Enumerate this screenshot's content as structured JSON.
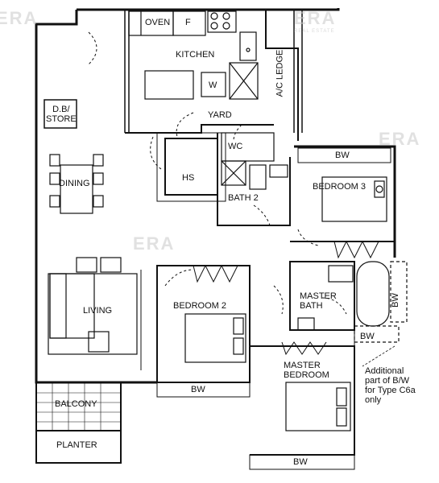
{
  "rooms": {
    "oven": "OVEN",
    "fridge": "F",
    "kitchen": "KITCHEN",
    "ac_ledge": "A/C LEDGE",
    "washer": "W",
    "yard": "YARD",
    "db_store": "D.B/\nSTORE",
    "wc": "WC",
    "dining": "DINING",
    "hs": "HS",
    "bath2": "BATH 2",
    "bedroom3": "BEDROOM 3",
    "living": "LIVING",
    "bedroom2": "BEDROOM 2",
    "master_bath": "MASTER\nBATH",
    "master_bedroom": "MASTER\nBEDROOM",
    "balcony": "BALCONY",
    "planter": "PLANTER"
  },
  "bw_labels": {
    "bedroom3_top": "BW",
    "bedroom2_bottom": "BW",
    "master_bottom": "BW",
    "master_bath_right": "BW",
    "master_bath_bottom": "BW"
  },
  "note": "Additional\npart of B/W\nfor Type C6a\nonly",
  "watermark": {
    "logo": "ERA",
    "tagline": "REAL ESTATE"
  }
}
